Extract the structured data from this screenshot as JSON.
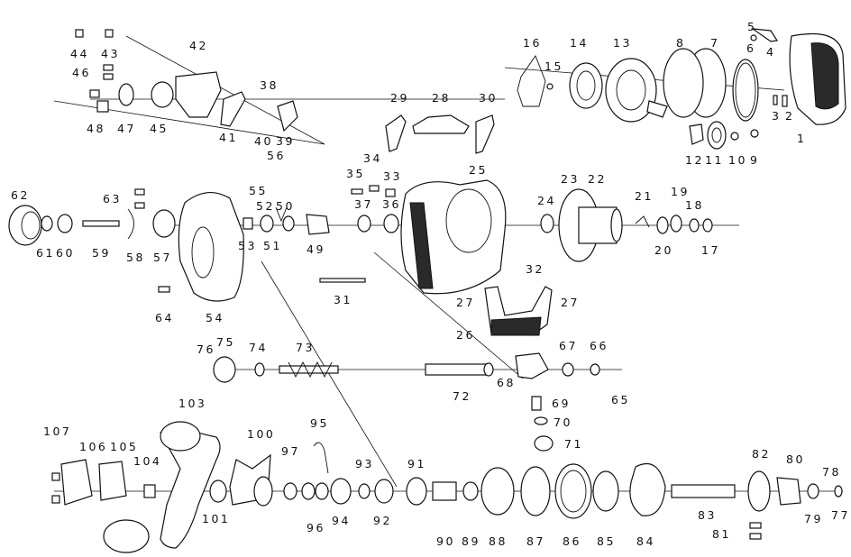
{
  "diagram": {
    "labels": [
      "1",
      "2",
      "3",
      "4",
      "5",
      "6",
      "7",
      "8",
      "9",
      "10",
      "11",
      "12",
      "13",
      "14",
      "15",
      "16",
      "17",
      "18",
      "19",
      "20",
      "21",
      "22",
      "23",
      "24",
      "25",
      "26",
      "27",
      "27",
      "28",
      "29",
      "30",
      "31",
      "32",
      "33",
      "34",
      "35",
      "36",
      "37",
      "38",
      "39",
      "40",
      "41",
      "42",
      "43",
      "44",
      "45",
      "46",
      "47",
      "48",
      "49",
      "50",
      "51",
      "52",
      "53",
      "54",
      "55",
      "56",
      "57",
      "58",
      "59",
      "60",
      "61",
      "62",
      "63",
      "64",
      "65",
      "66",
      "67",
      "68",
      "69",
      "70",
      "71",
      "72",
      "73",
      "74",
      "75",
      "76",
      "77",
      "78",
      "79",
      "80",
      "81",
      "82",
      "83",
      "84",
      "85",
      "86",
      "87",
      "88",
      "89",
      "90",
      "91",
      "92",
      "93",
      "94",
      "95",
      "96",
      "97",
      "100",
      "101",
      "103",
      "104",
      "105",
      "106",
      "107"
    ]
  }
}
